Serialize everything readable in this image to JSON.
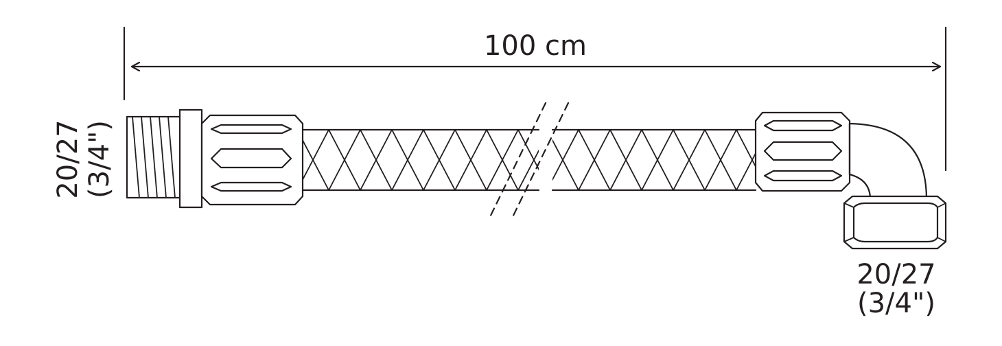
{
  "dimension": {
    "label": "100 cm"
  },
  "left_fitting": {
    "size": "20/27",
    "inch": "(3/4\")"
  },
  "right_fitting": {
    "size": "20/27",
    "inch": "(3/4\")"
  },
  "colors": {
    "ink": "#231f20",
    "background": "#ffffff"
  }
}
